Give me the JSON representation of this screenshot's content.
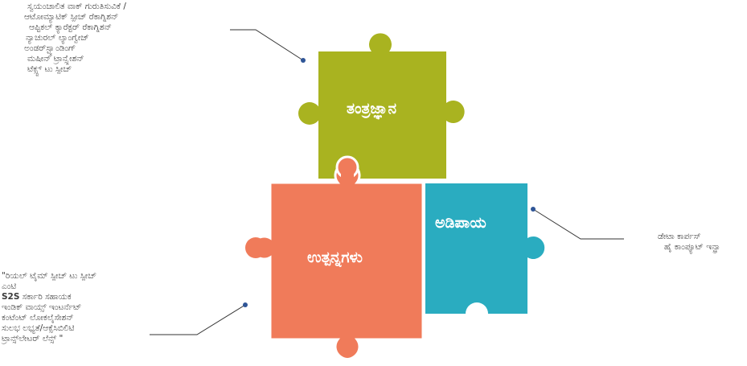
{
  "pieces": {
    "technology": {
      "label": "ತಂತ್ರಜ್ಞಾನ",
      "color": "#a9b320"
    },
    "base": {
      "label": "ಅಡಿಪಾಯ",
      "color": "#2aacc0"
    },
    "products": {
      "label": "ಉತ್ಪನ್ನಗಳು",
      "color": "#f07b5a"
    }
  },
  "notes": {
    "technology": [
      "ಸ್ವಯಂಚಾಲಿತ ವಾಕ್ ಗುರುತಿಸುವಿಕೆ /",
      "ಆಟೋಮ್ಯಾಟಿಕ್ ಸ್ಪೀಚ್ ರೆಕಾಗ್ನಿಶನ್",
      "ಆಪ್ಟಿಕಲ್ ಕ್ಯಾರೆಕ್ಟರ್ ರೆಕಾಗ್ನಿಶನ್",
      "ನ್ಯಾಚುರಲ್ ಲ್ಯಾಂಗ್ವೇಜ್",
      "ಅಂಡರ್‌ಸ್ಟ್ಯಾಂಡಿಂಗ್",
      "ಮಷೀನ್ ಟ್ರಾನ್ಸ್ಲೇಶನ್",
      "ಟೆಕ್ಸ್ಟ್ ಟು ಸ್ಪೀಚ್"
    ],
    "base": [
      "ಡೇಟಾ ಕಾರ್ಪಸ್",
      "ಹೈ ಕಾಂಪ್ಯೂಟ್ ಇನ್ಫ್ರಾ"
    ],
    "products": [
      "\"ರಿಯಲ್ ಟೈಮ್ ಸ್ಪೀಚ್ ಟು ಸ್ಪೀಚ್",
      "ಎಂಟಿ",
      "S2S",
      "ಸರ್ಕಾರಿ ಸಹಾಯಕ",
      "ಇಂಡಿಕ್ ವಾಯ್ಸ್ ಇಂಟರ್ನೆಟ್",
      "ಕಂಟೆಂಟ್ ಲೋಕಲೈಸೇಶನ್",
      "ಸುಲಭ ಲಭ್ಯತೆ/ಆಕ್ಸೆಸಿಬಿಲಿಟಿ",
      "ಟ್ರಾನ್ಸ್‌ಲೇಟರ್ ಲೆನ್ಸ್ \""
    ]
  },
  "colors": {
    "connector_line": "#333333",
    "connector_dot": "#2f5597",
    "note_text": "#3a3a3a"
  }
}
